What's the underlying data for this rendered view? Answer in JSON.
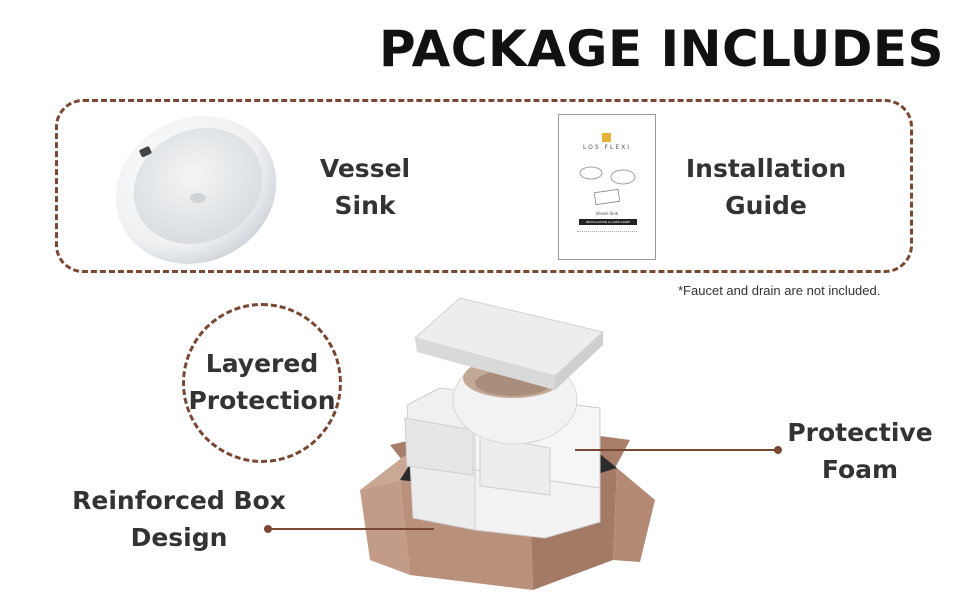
{
  "header": {
    "title": "PACKAGE INCLUDES"
  },
  "package_items": [
    {
      "label": "Vessel\nSink",
      "icon": "vessel-sink-image"
    },
    {
      "label": "Installation\nGuide",
      "icon": "installation-guide-booklet"
    }
  ],
  "guide_booklet": {
    "brand": "LOS FLEXI",
    "product": "Vessel Sink",
    "banner": "INSTALLATION & CARE GUIDE"
  },
  "note": "*Faucet and drain are not included.",
  "features": {
    "layered": "Layered\nProtection",
    "foam": "Protective\nFoam",
    "box": "Reinforced Box\nDesign"
  },
  "colors": {
    "accent": "#7a4733",
    "cardboard": "#b9907c",
    "title": "#111111"
  }
}
